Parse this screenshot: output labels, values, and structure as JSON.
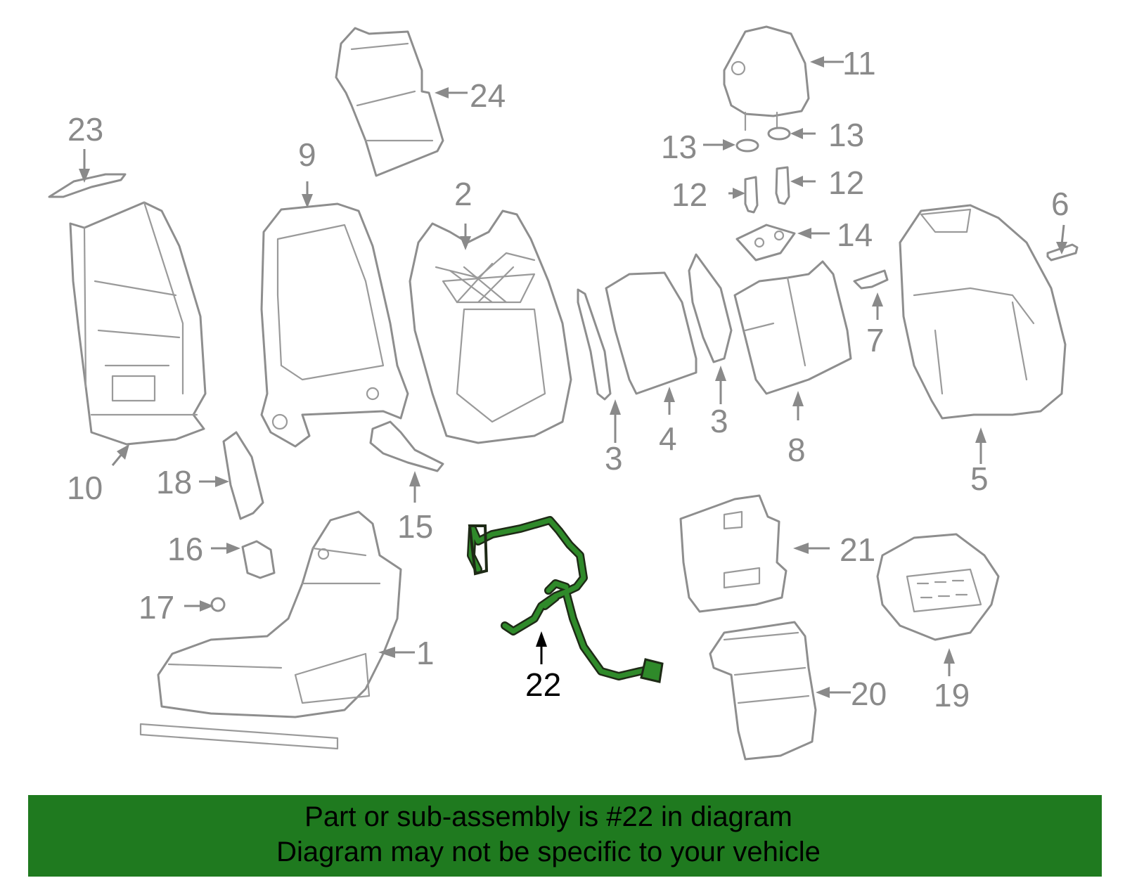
{
  "callouts": [
    {
      "id": "1",
      "label": "1",
      "highlight": false
    },
    {
      "id": "2",
      "label": "2",
      "highlight": false
    },
    {
      "id": "3a",
      "label": "3",
      "highlight": false
    },
    {
      "id": "3b",
      "label": "3",
      "highlight": false
    },
    {
      "id": "4",
      "label": "4",
      "highlight": false
    },
    {
      "id": "5",
      "label": "5",
      "highlight": false
    },
    {
      "id": "6",
      "label": "6",
      "highlight": false
    },
    {
      "id": "7",
      "label": "7",
      "highlight": false
    },
    {
      "id": "8",
      "label": "8",
      "highlight": false
    },
    {
      "id": "9",
      "label": "9",
      "highlight": false
    },
    {
      "id": "10",
      "label": "10",
      "highlight": false
    },
    {
      "id": "11",
      "label": "11",
      "highlight": false
    },
    {
      "id": "12a",
      "label": "12",
      "highlight": false
    },
    {
      "id": "12b",
      "label": "12",
      "highlight": false
    },
    {
      "id": "13a",
      "label": "13",
      "highlight": false
    },
    {
      "id": "13b",
      "label": "13",
      "highlight": false
    },
    {
      "id": "14",
      "label": "14",
      "highlight": false
    },
    {
      "id": "15",
      "label": "15",
      "highlight": false
    },
    {
      "id": "16",
      "label": "16",
      "highlight": false
    },
    {
      "id": "17",
      "label": "17",
      "highlight": false
    },
    {
      "id": "18",
      "label": "18",
      "highlight": false
    },
    {
      "id": "19",
      "label": "19",
      "highlight": false
    },
    {
      "id": "20",
      "label": "20",
      "highlight": false
    },
    {
      "id": "21",
      "label": "21",
      "highlight": false
    },
    {
      "id": "22",
      "label": "22",
      "highlight": true
    },
    {
      "id": "23",
      "label": "23",
      "highlight": false
    },
    {
      "id": "24",
      "label": "24",
      "highlight": false
    }
  ],
  "highlight_color": "#2f8a2a",
  "banner": {
    "line1": "Part or sub-assembly is #22 in diagram",
    "line2": "Diagram may not be specific to your vehicle",
    "background": "#1f7a1f"
  }
}
